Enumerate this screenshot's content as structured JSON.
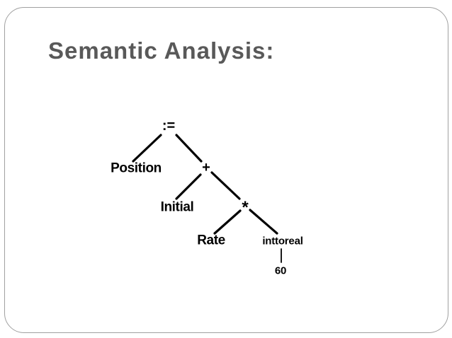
{
  "slide": {
    "title": "Semantic Analysis:"
  },
  "colors": {
    "background": "#ffffff",
    "title_text": "#595959",
    "tree_text": "#000000",
    "tree_lines": "#000000",
    "slide_border": "#a0a0a0"
  },
  "tree": {
    "label": ":=",
    "children": [
      {
        "label": "Position",
        "children": []
      },
      {
        "label": "+",
        "children": [
          {
            "label": "Initial",
            "children": []
          },
          {
            "label": "*",
            "children": [
              {
                "label": "Rate",
                "children": []
              },
              {
                "label": "inttoreal",
                "children": [
                  {
                    "label": "60",
                    "children": []
                  }
                ]
              }
            ]
          }
        ]
      }
    ]
  }
}
